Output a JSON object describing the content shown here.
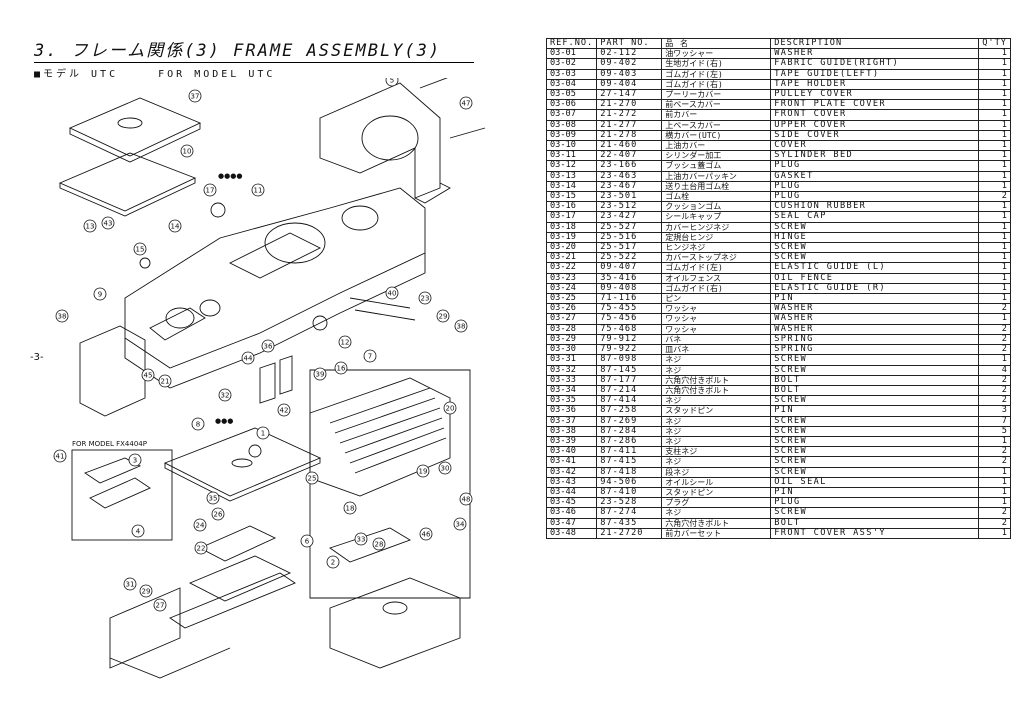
{
  "header": {
    "title": "3. フレーム関係(3)  FRAME ASSEMBLY(3)",
    "model_left": "■モデル UTC",
    "model_right": "FOR MODEL UTC"
  },
  "diagram": {
    "inset_label": "FOR MODEL FX4404P",
    "callouts": [
      "37",
      "5",
      "47",
      "10",
      "13",
      "17",
      "11",
      "43",
      "14",
      "15",
      "9",
      "38",
      "40",
      "23",
      "29",
      "36",
      "12",
      "7",
      "21",
      "45",
      "44",
      "35",
      "16",
      "32",
      "42",
      "1",
      "25",
      "20",
      "19",
      "18",
      "46",
      "34",
      "8",
      "41",
      "3",
      "4",
      "39",
      "24",
      "22",
      "6",
      "2",
      "33",
      "31",
      "26",
      "27",
      "30",
      "28"
    ],
    "page_mark": "-3-"
  },
  "table": {
    "headers": [
      "REF.NO.",
      "PART NO.",
      "品    名",
      "DESCRIPTION",
      "Q'TY"
    ],
    "rows": [
      [
        "03-01",
        "02-112",
        "油ワッシャー",
        "WASHER",
        "1"
      ],
      [
        "03-02",
        "09-402",
        "生地ガイド(右)",
        "FABRIC GUIDE(RIGHT)",
        "1"
      ],
      [
        "03-03",
        "09-403",
        "ゴムガイド(左)",
        "TAPE GUIDE(LEFT)",
        "1"
      ],
      [
        "03-04",
        "09-404",
        "ゴムガイド(右)",
        "TAPE HOLDER",
        "1"
      ],
      [
        "03-05",
        "27-147",
        "プーリーカバー",
        "PULLEY COVER",
        "1"
      ],
      [
        "03-06",
        "21-270",
        "前ベースカバー",
        "FRONT PLATE COVER",
        "1"
      ],
      [
        "03-07",
        "21-272",
        "前カバー",
        "FRONT COVER",
        "1"
      ],
      [
        "03-08",
        "21-277",
        "上ベースカバー",
        "UPPER COVER",
        "1"
      ],
      [
        "03-09",
        "21-278",
        "横カバー(UTC)",
        "SIDE COVER",
        "1"
      ],
      [
        "03-10",
        "21-460",
        "上油カバー",
        "COVER",
        "1"
      ],
      [
        "03-11",
        "22-407",
        "シリンダー加工",
        "SYLINDER BED",
        "1"
      ],
      [
        "03-12",
        "23-166",
        "ブッシュ蓋ゴム",
        "PLUG",
        "1"
      ],
      [
        "03-13",
        "23-463",
        "上油カバーパッキン",
        "GASKET",
        "1"
      ],
      [
        "03-14",
        "23-467",
        "送り土台用ゴム栓",
        "PLUG",
        "1"
      ],
      [
        "03-15",
        "23-501",
        "ゴム栓",
        "PLUG",
        "2"
      ],
      [
        "03-16",
        "23-512",
        "クッションゴム",
        "CUSHION RUBBER",
        "1"
      ],
      [
        "03-17",
        "23-427",
        "シールキャップ",
        "SEAL CAP",
        "1"
      ],
      [
        "03-18",
        "25-527",
        "カバーヒンジネジ",
        "SCREW",
        "1"
      ],
      [
        "03-19",
        "25-516",
        "定規台ヒンジ",
        "HINGE",
        "1"
      ],
      [
        "03-20",
        "25-517",
        "ヒンジネジ",
        "SCREW",
        "1"
      ],
      [
        "03-21",
        "25-522",
        "カバーストップネジ",
        "SCREW",
        "1"
      ],
      [
        "03-22",
        "09-407",
        "ゴムガイド(左)",
        "ELASTIC GUIDE (L)",
        "1"
      ],
      [
        "03-23",
        "35-416",
        "オイルフェンス",
        "OIL FENCE",
        "1"
      ],
      [
        "03-24",
        "09-408",
        "ゴムガイド(右)",
        "ELASTIC GUIDE (R)",
        "1"
      ],
      [
        "03-25",
        "71-116",
        "ピン",
        "PIN",
        "1"
      ],
      [
        "03-26",
        "75-455",
        "ワッシャ",
        "WASHER",
        "2"
      ],
      [
        "03-27",
        "75-456",
        "ワッシャ",
        "WASHER",
        "1"
      ],
      [
        "03-28",
        "75-468",
        "ワッシャ",
        "WASHER",
        "2"
      ],
      [
        "03-29",
        "79-912",
        "バネ",
        "SPRING",
        "2"
      ],
      [
        "03-30",
        "79-922",
        "皿バネ",
        "SPRING",
        "2"
      ],
      [
        "03-31",
        "87-098",
        "ネジ",
        "SCREW",
        "1"
      ],
      [
        "03-32",
        "87-145",
        "ネジ",
        "SCREW",
        "4"
      ],
      [
        "03-33",
        "87-177",
        "六角穴付きボルト",
        "BOLT",
        "2"
      ],
      [
        "03-34",
        "87-214",
        "六角穴付きボルト",
        "BOLT",
        "2"
      ],
      [
        "03-35",
        "87-414",
        "ネジ",
        "SCREW",
        "2"
      ],
      [
        "03-36",
        "87-258",
        "スタッドピン",
        "PIN",
        "3"
      ],
      [
        "03-37",
        "87-269",
        "ネジ",
        "SCREW",
        "7"
      ],
      [
        "03-38",
        "87-284",
        "ネジ",
        "SCREW",
        "5"
      ],
      [
        "03-39",
        "87-286",
        "ネジ",
        "SCREW",
        "1"
      ],
      [
        "03-40",
        "87-411",
        "支柱ネジ",
        "SCREW",
        "2"
      ],
      [
        "03-41",
        "87-415",
        "ネジ",
        "SCREW",
        "2"
      ],
      [
        "03-42",
        "87-418",
        "段ネジ",
        "SCREW",
        "1"
      ],
      [
        "03-43",
        "94-506",
        "オイルシール",
        "OIL SEAL",
        "1"
      ],
      [
        "03-44",
        "87-410",
        "スタッドピン",
        "PIN",
        "1"
      ],
      [
        "03-45",
        "23-528",
        "プラグ",
        "PLUG",
        "1"
      ],
      [
        "03-46",
        "87-274",
        "ネジ",
        "SCREW",
        "2"
      ],
      [
        "03-47",
        "87-435",
        "六角穴付きボルト",
        "BOLT",
        "2"
      ],
      [
        "03-48",
        "21-2720",
        "前カバーセット",
        "FRONT COVER ASS'Y",
        "1"
      ]
    ]
  }
}
